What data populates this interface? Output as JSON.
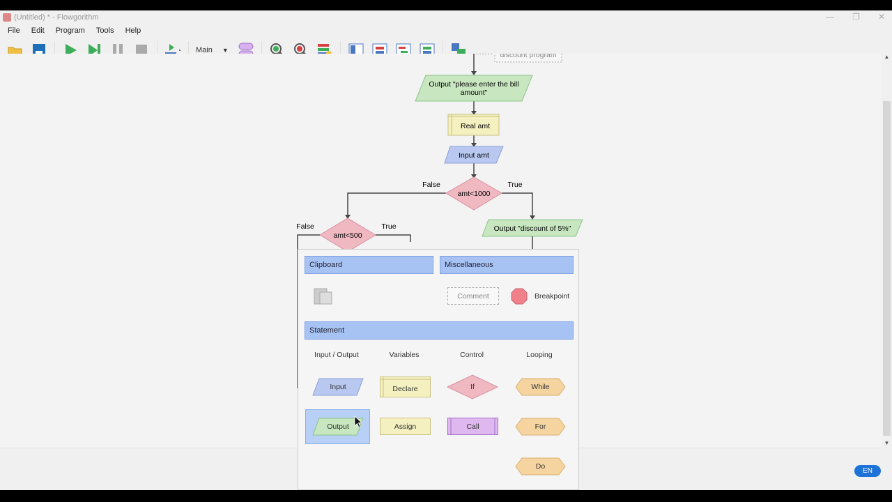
{
  "window": {
    "title": "(Untitled) * - Flowgorithm",
    "minimize": "—",
    "maximize": "❐",
    "close": "✕"
  },
  "menu": [
    "File",
    "Edit",
    "Program",
    "Tools",
    "Help"
  ],
  "toolbar": {
    "function_select": "Main",
    "icons": [
      "open-folder-icon",
      "save-icon",
      "run-icon",
      "step-icon",
      "pause-icon",
      "stop-icon",
      "speed-icon",
      "function-select",
      "function-manager-icon",
      "zoom-in-icon",
      "zoom-out-icon",
      "layout-settings-icon",
      "layout-1-icon",
      "layout-2-icon",
      "layout-3-icon",
      "layout-4-icon",
      "translate-icon"
    ]
  },
  "flowchart": {
    "comment": "discount program",
    "output1": "Output \"please enter the bill",
    "output1b": "amount\"",
    "declare": "Real amt",
    "input": "Input amt",
    "if1": "amt<1000",
    "if1_false": "False",
    "if1_true": "True",
    "if2": "amt<500",
    "if2_false": "False",
    "if2_true": "True",
    "output2": "Output \"discount of 5%\""
  },
  "popup": {
    "clipboard": "Clipboard",
    "misc": "Miscellaneous",
    "comment": "Comment",
    "breakpoint": "Breakpoint",
    "statement": "Statement",
    "cols": [
      "Input / Output",
      "Variables",
      "Control",
      "Looping"
    ],
    "input": "Input",
    "declare": "Declare",
    "if": "If",
    "while": "While",
    "output": "Output",
    "assign": "Assign",
    "call": "Call",
    "for": "For",
    "do": "Do"
  },
  "status": {
    "language": "EN"
  },
  "colors": {
    "output": "#c8e6c0",
    "input": "#b9c8f0",
    "declare": "#f4f0c0",
    "if": "#f0b8c0",
    "loop": "#f5d4a0",
    "call": "#e0b8f0",
    "header": "#a7c3f4"
  }
}
